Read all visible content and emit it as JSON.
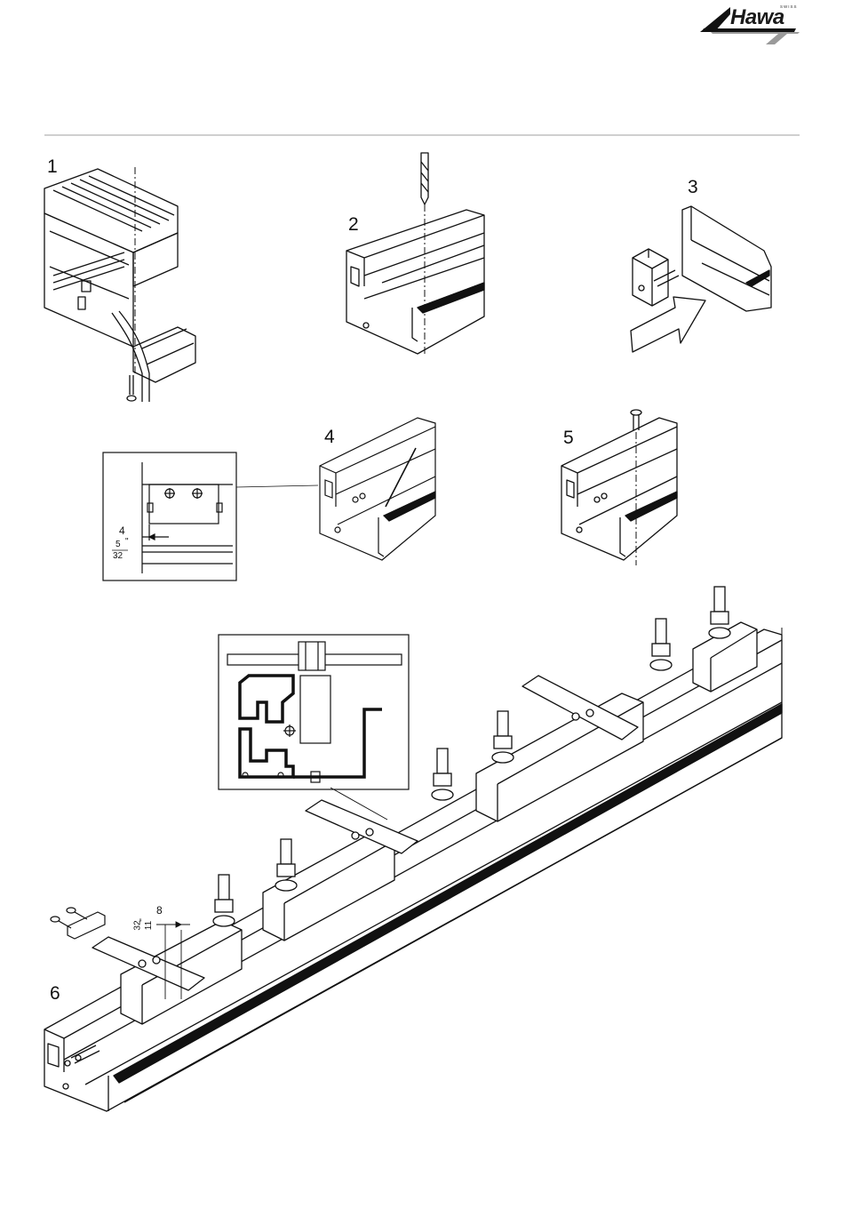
{
  "brand": {
    "name": "Hawa",
    "tag": "SWISS"
  },
  "steps": [
    {
      "label": "1"
    },
    {
      "label": "2"
    },
    {
      "label": "3"
    },
    {
      "label": "4"
    },
    {
      "label": "5"
    },
    {
      "label": "6"
    }
  ],
  "dimensions": {
    "inset4": {
      "mm": "4",
      "inch_num": "5",
      "inch_den": "32",
      "inch_mark": "\""
    },
    "step6": {
      "mm": "8",
      "inch_num": "11",
      "inch_den": "32",
      "inch_mark": "\""
    }
  },
  "colors": {
    "line": "#111111",
    "rule": "#cfcfcf",
    "logo_gray": "#9a9a9a"
  }
}
